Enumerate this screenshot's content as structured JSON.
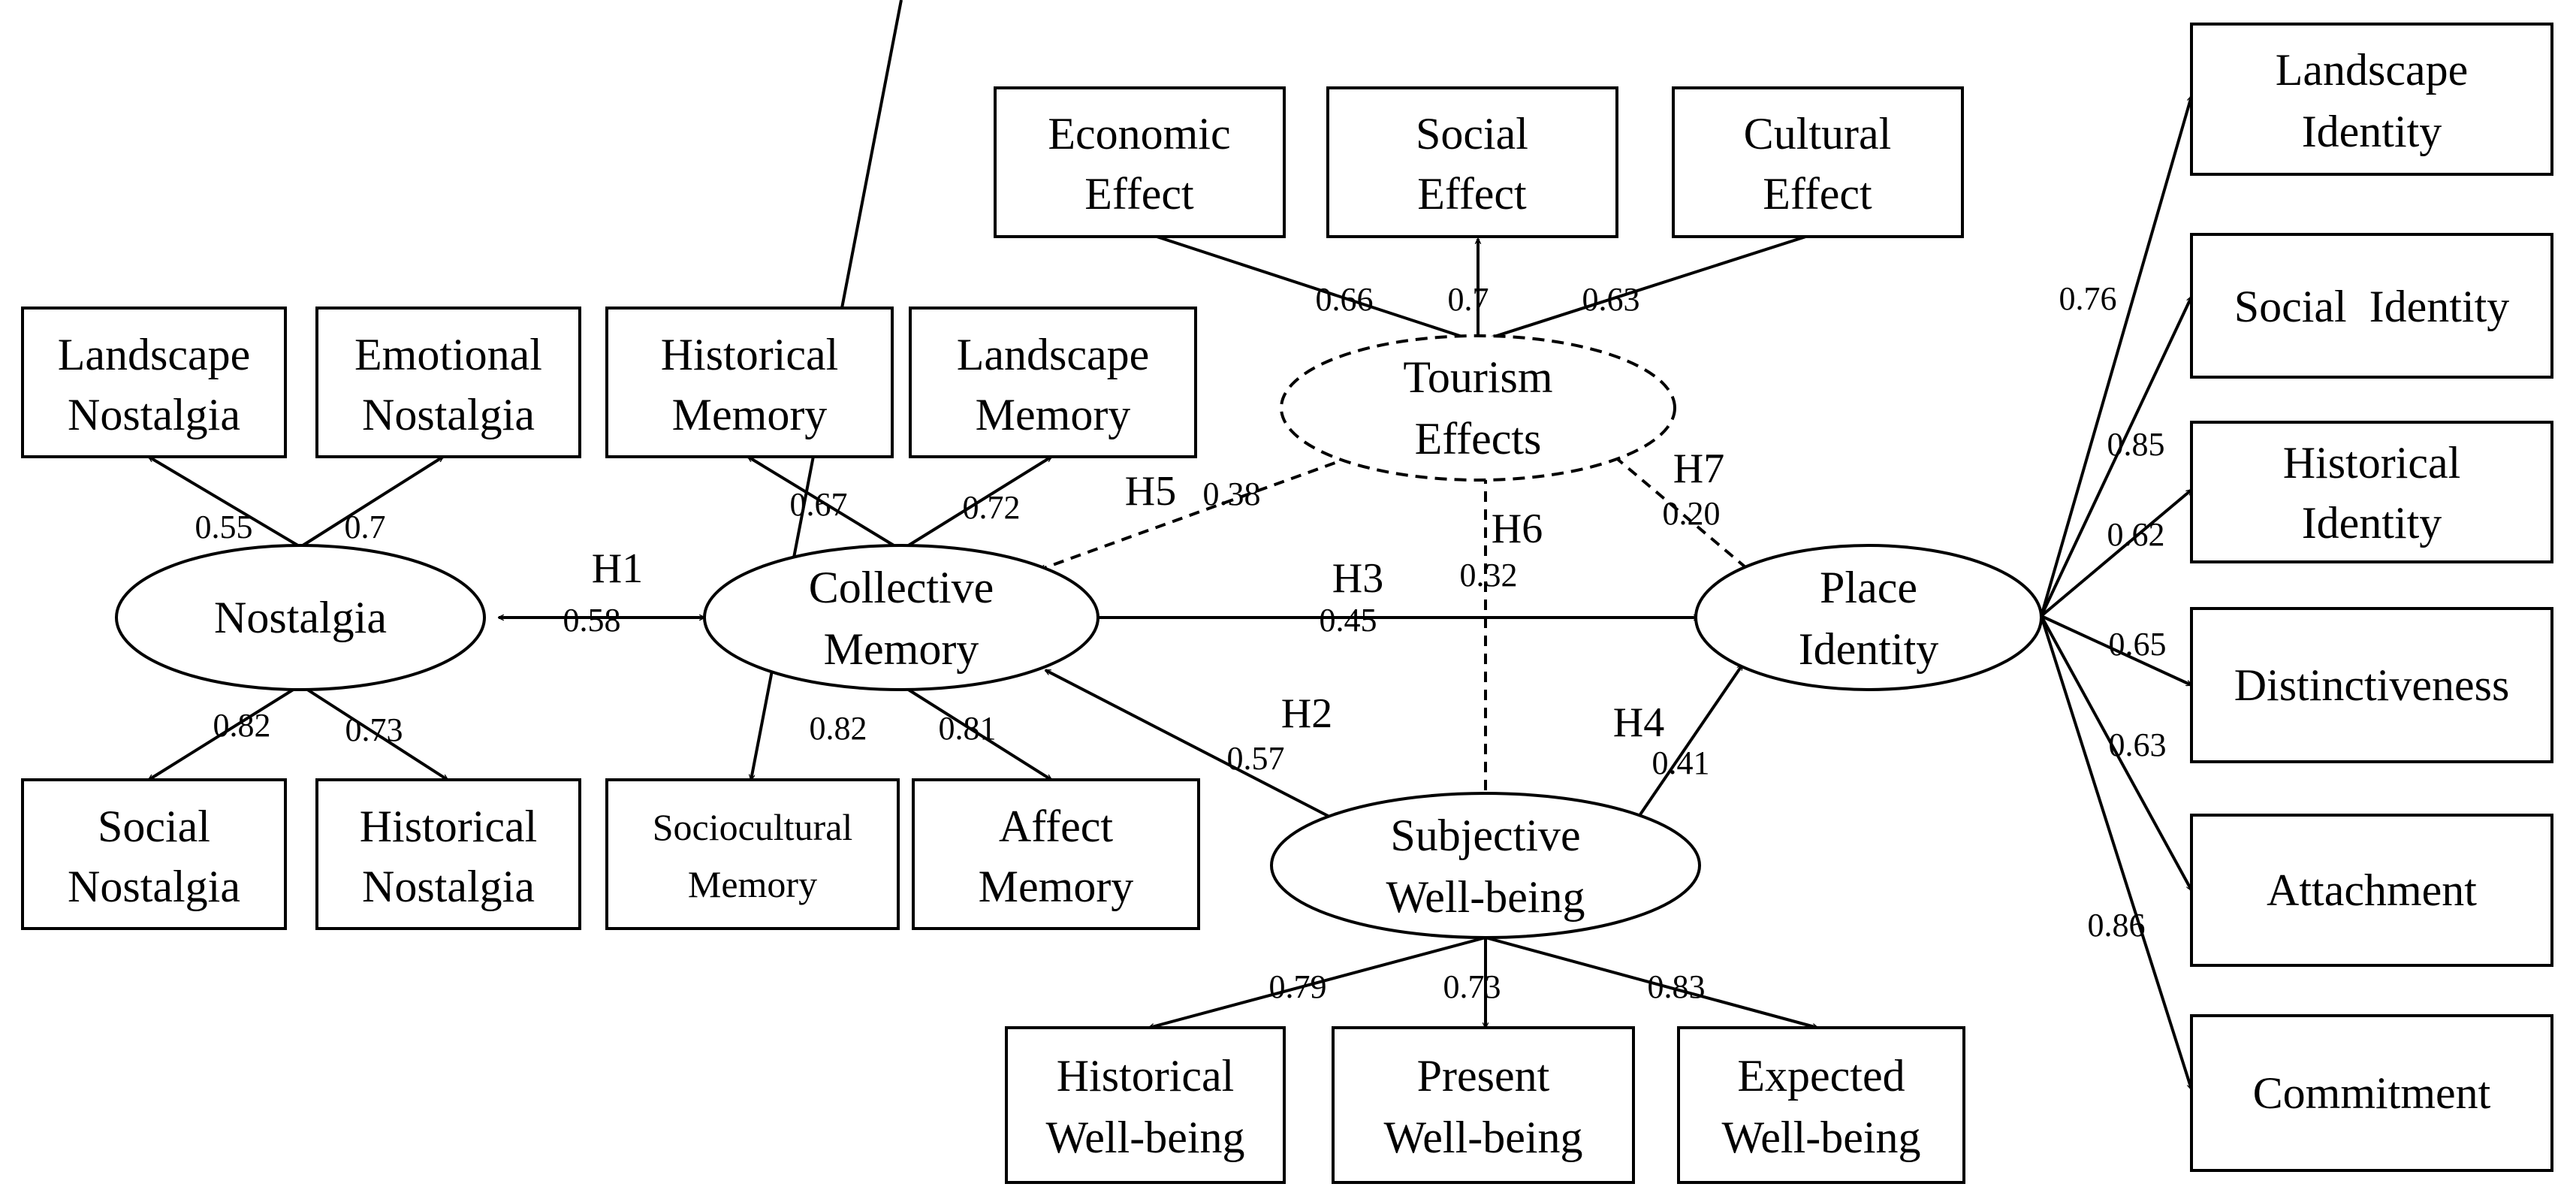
{
  "constructs": {
    "nostalgia": "Nostalgia",
    "collective_memory": [
      "Collective",
      "Memory"
    ],
    "tourism_effects": [
      "Tourism",
      "Effects"
    ],
    "place_identity": [
      "Place",
      "Identity"
    ],
    "subjective_wellbeing": [
      "Subjective",
      "Well-being"
    ]
  },
  "indicators": {
    "landscape_nostalgia": [
      "Landscape",
      "Nostalgia"
    ],
    "emotional_nostalgia": [
      "Emotional",
      "Nostalgia"
    ],
    "social_nostalgia": [
      "Social",
      "Nostalgia"
    ],
    "historical_nostalgia": [
      "Historical",
      "Nostalgia"
    ],
    "historical_memory": [
      "Historical",
      "Memory"
    ],
    "landscape_memory": [
      "Landscape",
      "Memory"
    ],
    "sociocultural_memory": [
      "Sociocultural",
      "Memory"
    ],
    "affect_memory": [
      "Affect",
      "Memory"
    ],
    "economic_effect": [
      "Economic",
      "Effect"
    ],
    "social_effect": [
      "Social",
      "Effect"
    ],
    "cultural_effect": [
      "Cultural",
      "Effect"
    ],
    "historical_wellbeing": [
      "Historical",
      "Well-being"
    ],
    "present_wellbeing": [
      "Present",
      "Well-being"
    ],
    "expected_wellbeing": [
      "Expected",
      "Well-being"
    ],
    "landscape_identity": [
      "Landscape",
      "Identity"
    ],
    "social_identity": "Social  Identity",
    "historical_identity": [
      "Historical",
      "Identity"
    ],
    "distinctiveness": "Distinctiveness",
    "attachment": "Attachment",
    "commitment": "Commitment"
  },
  "loadings": {
    "landscape_nostalgia": "0.55",
    "emotional_nostalgia": "0.7",
    "social_nostalgia": "0.82",
    "historical_nostalgia": "0.73",
    "historical_memory": "0.67",
    "landscape_memory": "0.72",
    "sociocultural_memory": "0.82",
    "affect_memory": "0.81",
    "economic_effect": "0.66",
    "social_effect": "0.7",
    "cultural_effect": "0.63",
    "historical_wellbeing": "0.79",
    "present_wellbeing": "0.73",
    "expected_wellbeing": "0.83",
    "landscape_identity": "0.76",
    "social_identity": "0.85",
    "historical_identity": "0.62",
    "distinctiveness": "0.65",
    "attachment": "0.63",
    "commitment": "0.86"
  },
  "paths": {
    "h1": {
      "label": "H1",
      "coef": "0.58"
    },
    "h2": {
      "label": "H2",
      "coef": "0.57"
    },
    "h3": {
      "label": "H3",
      "coef": "0.45"
    },
    "h4": {
      "label": "H4",
      "coef": "0.41"
    },
    "h5": {
      "label": "H5",
      "coef": "0.38"
    },
    "h6": {
      "label": "H6",
      "coef": "0.32"
    },
    "h7": {
      "label": "H7",
      "coef": "0.20"
    }
  }
}
